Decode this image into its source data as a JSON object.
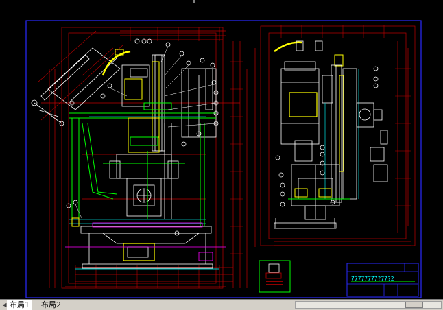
{
  "app": {
    "colors": {
      "background": "#000000",
      "sheet_border": "#2a2aff",
      "dimension": "#c00000",
      "outline": "#ffffff",
      "accent_green": "#00ff00",
      "accent_cyan": "#00c8c8",
      "accent_yellow": "#ffff00",
      "accent_magenta": "#ff00ff"
    }
  },
  "title_block": {
    "code_row": "77777777?77?2"
  },
  "tabs": [
    {
      "label": "布局1",
      "active": true
    },
    {
      "label": "布局2",
      "active": false
    }
  ],
  "icons": {
    "first": "first-tab-icon",
    "prev": "prev-tab-icon",
    "next": "next-tab-icon",
    "last": "last-tab-icon"
  }
}
